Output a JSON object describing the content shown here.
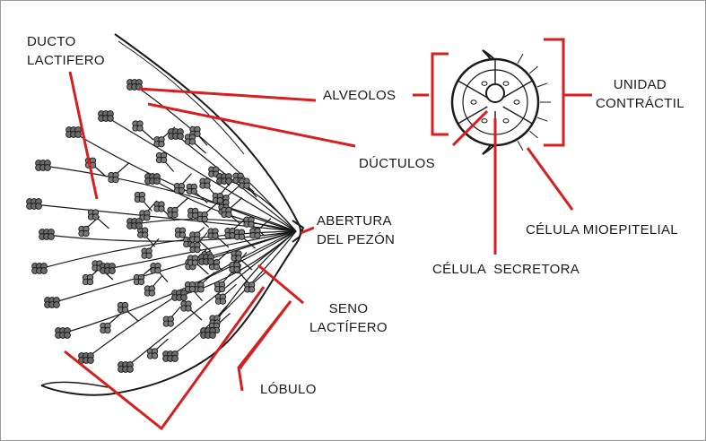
{
  "colors": {
    "leader": "#d81e1e",
    "ink": "#1a1a1a",
    "background": "#ffffff"
  },
  "labels": {
    "ducto_lactifero": [
      "DUCTO",
      "LACTIFERO"
    ],
    "alveolos": "ALVEOLOS",
    "ductulos": "DÚCTULOS",
    "unidad_contractil": [
      "UNIDAD",
      "CONTRÁCTIL"
    ],
    "abertura_pezon": [
      "ABERTURA",
      "DEL PEZÓN"
    ],
    "celula_mioepitelial": "CÉLULA MIOEPITELIAL",
    "celula_secretora": "CÉLULA  SECRETORA",
    "seno_lactifero": [
      "SENO",
      "LACTÍFERO"
    ],
    "lobulo": "LÓBULO"
  }
}
